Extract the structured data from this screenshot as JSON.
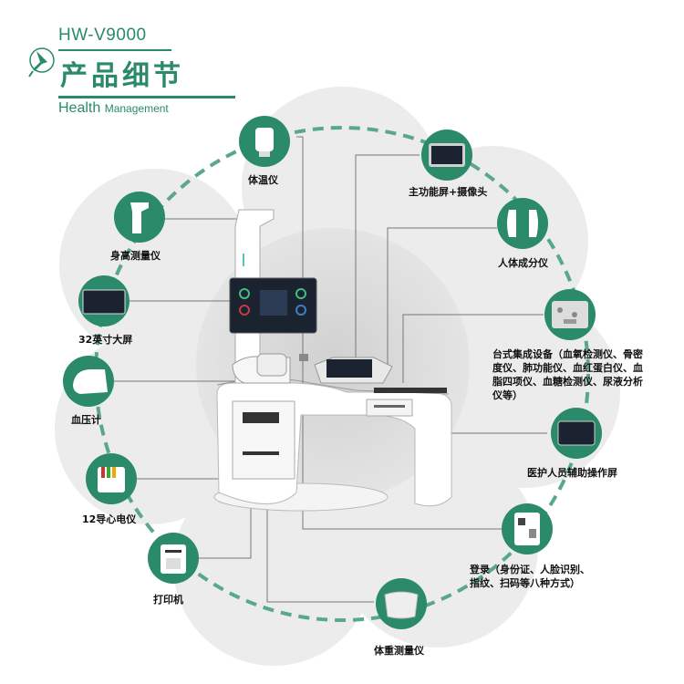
{
  "header": {
    "model": "HW-V9000",
    "title": "产品细节",
    "subtitle_big": "Health",
    "subtitle_small": "Management"
  },
  "colors": {
    "accent": "#2a8a6a",
    "ring": "#5aa88a",
    "blob": "#ececec",
    "machine": "#ffffff"
  },
  "labels": {
    "thermometer": "体温仪",
    "main_screen": "主功能屏+摄像头",
    "height_meter": "身高测量仪",
    "body_composition": "人体成分仪",
    "screen_32": "32英寸大屏",
    "integrated_line1": "台式集成设备（血氧检测仪、骨密",
    "integrated_line2": "度仪、肺功能仪、血红蛋白仪、血",
    "integrated_line3": "脂四项仪、血糖检测仪、尿液分析",
    "integrated_line4": "仪等）",
    "blood_pressure": "血压计",
    "staff_screen": "医护人员辅助操作屏",
    "ecg": "12导心电仪",
    "login_line1": "登录（身份证、人脸识别、",
    "login_line2": "指纹、扫码等八种方式）",
    "printer": "打印机",
    "weight": "体重测量仪"
  }
}
